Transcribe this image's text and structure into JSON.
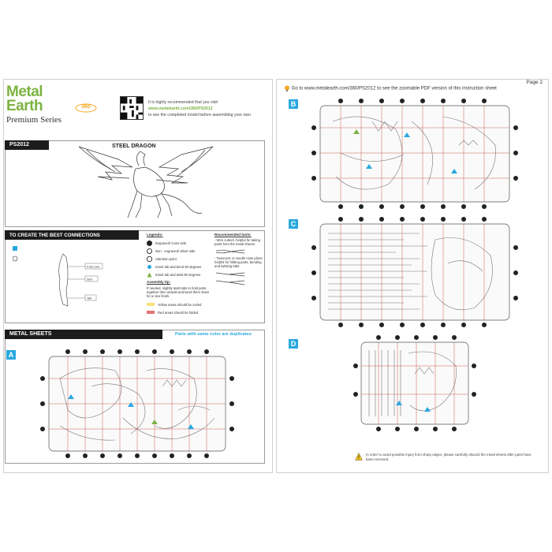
{
  "left_page": {
    "logo": {
      "line1": "Metal",
      "line2": "Earth",
      "subtitle": "Premium Series"
    },
    "badge": "360",
    "header_text_1": "It is highly recommended that you visit",
    "header_url": "www.metalearth.com/360/PS2012",
    "header_text_2": "to see the completed model before assembling your own",
    "code": "PS2012",
    "model_name": "STEEL DRAGON",
    "connections_heading": "TO CREATE THE BEST CONNECTIONS",
    "diagram_labels": {
      "fold_line": "Fold Line",
      "slot": "Slot",
      "tab": "Tab"
    },
    "legend": {
      "title": "Legends:",
      "items": [
        {
          "icon": "engraved-color-side-icon",
          "text": "Engraved/ Color side"
        },
        {
          "icon": "non-engraved-silver-side-icon",
          "text": "Non - engraved/ Silver side"
        },
        {
          "icon": "attention-point-icon",
          "text": "Attention point"
        },
        {
          "icon": "blue-dot-icon",
          "text": "Insert tab and bend 90 degrees"
        },
        {
          "icon": "green-triangle-icon",
          "text": "Insert tab and twist 90 degrees"
        }
      ],
      "assembly_tip_title": "Assembly tip:",
      "assembly_tip": "If needed, slightly twist tabs to hold parts together then untwist and bend them down for a nice finish.",
      "yellow_note": "Yellow areas should be curled",
      "red_note": "Red areas should be folded"
    },
    "tools": {
      "title": "Recommended tools:",
      "note1": "- Wire cutters: helpful for taking parts from the metal sheets.",
      "note2": "- Tweezers or needle nose pliers: helpful for folding parts, bending and twisting tabs."
    },
    "sheets_heading": "METAL SHEETS",
    "sheets_note": "Parts with same color are duplicates",
    "sheet_letter": "A"
  },
  "right_page": {
    "header_prefix": "Go to ",
    "header_url": "www.metalearth.com/360/PS2012",
    "header_suffix": " to see the zoomable PDF version of this instruction sheet",
    "page_label": "Page 2",
    "sheet_b": "B",
    "sheet_c": "C",
    "sheet_d": "D",
    "warning": "In order to avoid possible injury from sharp edges, please carefully discard the metal sheets after parts have been removed."
  },
  "colors": {
    "brand_green": "#7cb342",
    "accent_blue": "#29a8e0",
    "sheet_red": "#c0392b",
    "bar_black": "#1c1c1c"
  }
}
